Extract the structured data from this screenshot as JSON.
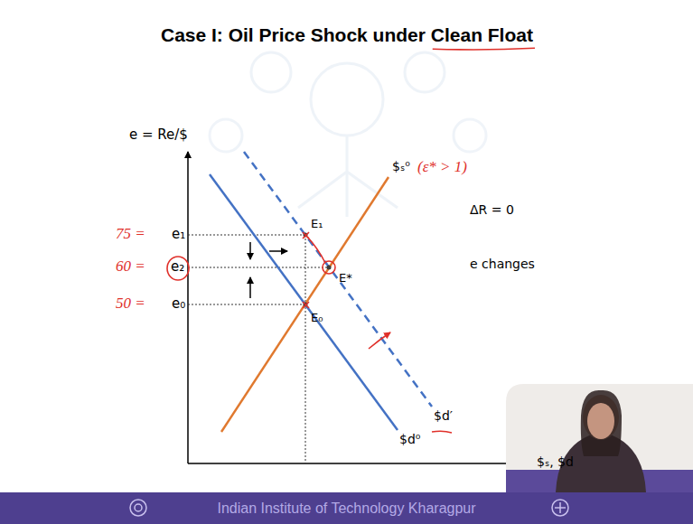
{
  "diagram": {
    "title": "Case I: Oil Price Shock under Clean Float",
    "labels": [
      "e = Re/$",
      "75 =",
      "e₁",
      "60 =",
      "e₂",
      "50 =",
      "e₀",
      "E₁",
      "E*",
      "E₀",
      "$ₛ⁰",
      "(ε* > 1)",
      "ΔR = 0",
      "e changes",
      "$d′",
      "$d⁰",
      "$ₛ, $d",
      "Indian Institute of Technology Kharagpur"
    ]
  }
}
